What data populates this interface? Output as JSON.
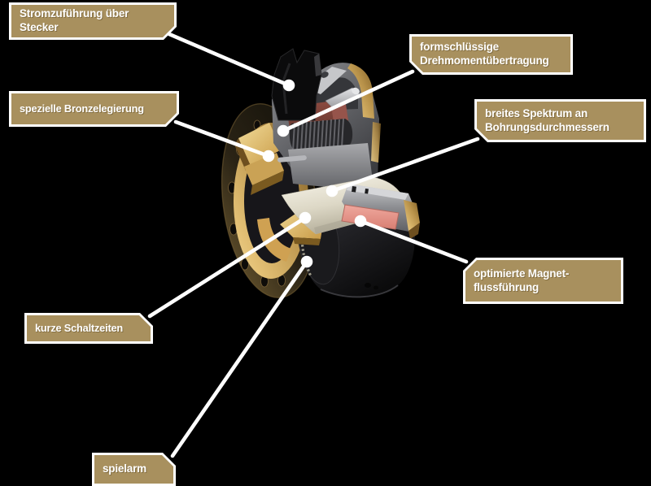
{
  "background_color": "#000000",
  "illustration": "cutaway-render-of-electromagnetic-tooth-clutch",
  "callouts": {
    "power_supply": {
      "line1": "Stromzuführung über",
      "line2": "Stecker"
    },
    "bronze_alloy": {
      "line1": "spezielle Bronzelegierung"
    },
    "torque_transmission": {
      "line1": "formschlüssige",
      "line2": "Drehmomentübertragung"
    },
    "bore_diameters": {
      "line1": "breites Spektrum an",
      "line2": "Bohrungsdurchmessern"
    },
    "magnet_flux": {
      "line1": "optimierte Magnet-",
      "line2": "flussführung"
    },
    "switching_times": {
      "line1": "kurze Schaltzeiten"
    },
    "low_backlash": {
      "line1": "spielarm"
    }
  },
  "colors": {
    "callout_fill": "#a8905e",
    "callout_border": "#ffffff",
    "callout_text": "#ffffff",
    "leader_line": "#ffffff",
    "bronze_gold": "#c59a4d",
    "magnet_pink": "#e0867b",
    "housing_gray": "#6a6b6f",
    "shaft_ivory": "#ece8da",
    "body_black": "#1a1a1c"
  }
}
